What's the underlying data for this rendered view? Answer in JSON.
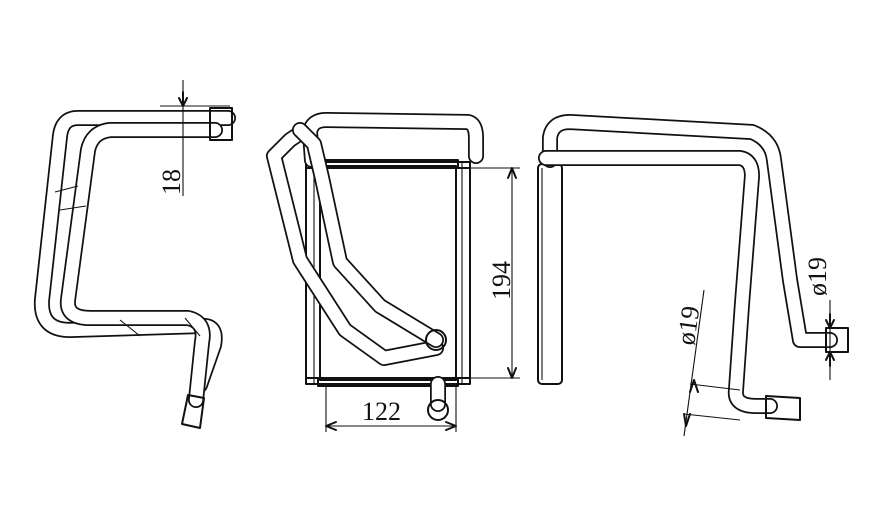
{
  "drawing": {
    "dimensions": {
      "left_tube_offset": "18",
      "core_height": "194",
      "core_width": "122",
      "pipe_diameter_upper": "ø19",
      "pipe_diameter_lower": "ø19"
    }
  }
}
